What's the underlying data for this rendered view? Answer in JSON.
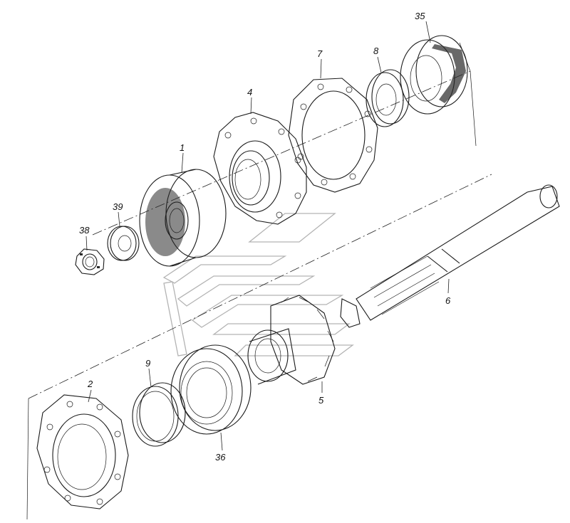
{
  "diagram": {
    "callouts": [
      "35",
      "8",
      "7",
      "4",
      "1",
      "39",
      "38",
      "6",
      "5",
      "2",
      "9",
      "36"
    ]
  }
}
